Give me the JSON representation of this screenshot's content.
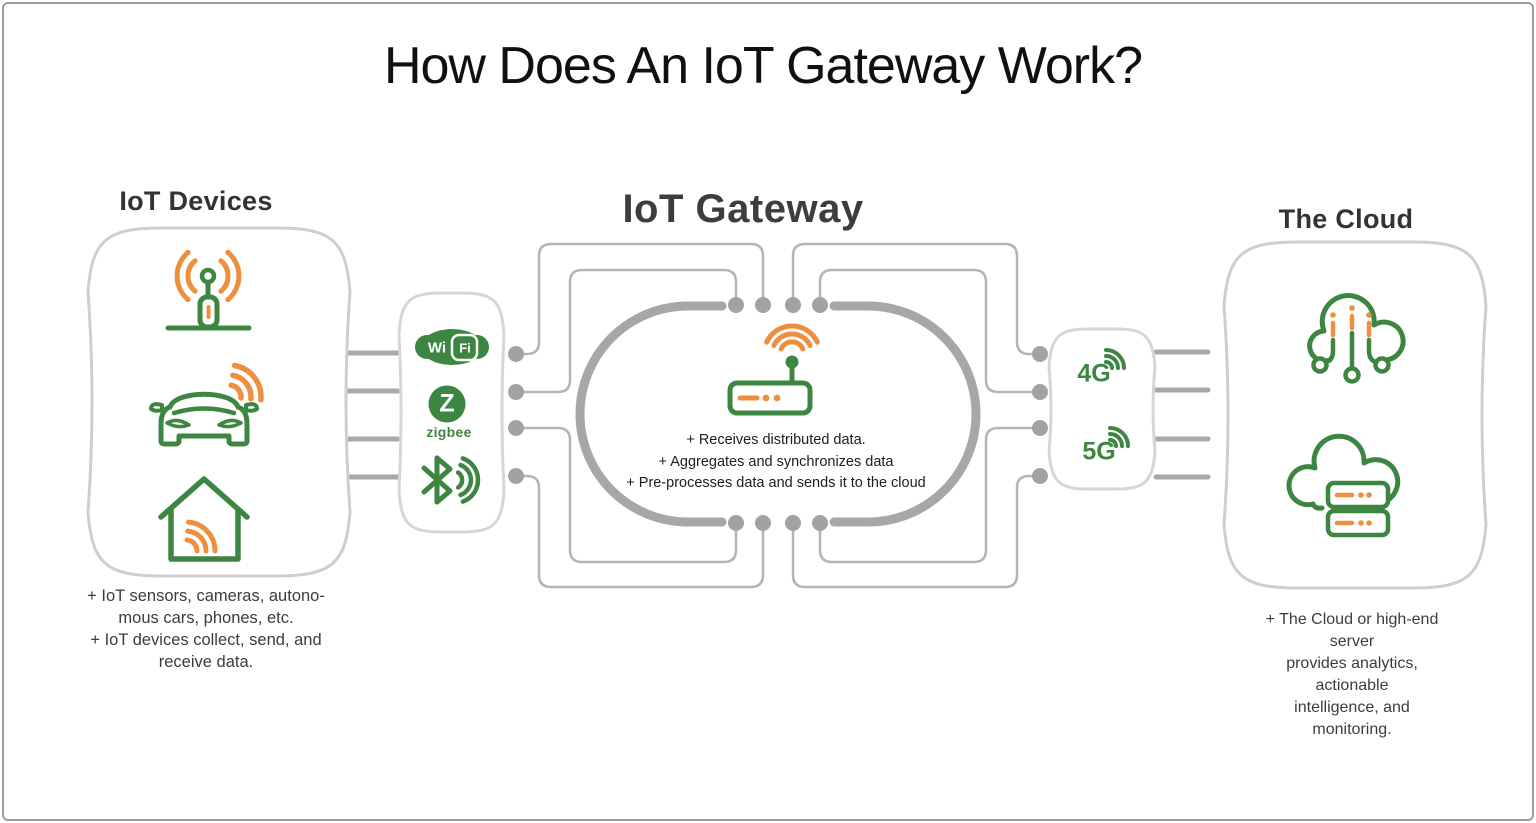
{
  "title": "How Does An IoT Gateway Work?",
  "devices": {
    "heading": "IoT Devices",
    "caption": "+ IoT sensors, cameras, autono-\nmous cars, phones, etc.\n+ IoT devices collect, send, and\nreceive data.",
    "icons": [
      "radio-antenna-icon",
      "connected-car-icon",
      "smart-home-icon"
    ]
  },
  "protocols": {
    "wifi_left": "Wi",
    "wifi_right": "Fi",
    "zigbee_letter": "Z",
    "zigbee_label": "zigbee",
    "icons": [
      "wifi-logo",
      "zigbee-logo",
      "bluetooth-icon"
    ]
  },
  "gateway": {
    "heading": "IoT Gateway",
    "caption": "+ Receives distributed data.\n+ Aggregates and synchronizes data\n+ Pre-processes data and sends it to the cloud",
    "icons": [
      "wireless-router-icon"
    ]
  },
  "cellular": {
    "label_4g": "4G",
    "label_5g": "5G",
    "icons": [
      "signal-4g-icon",
      "signal-5g-icon"
    ]
  },
  "cloud": {
    "heading": "The Cloud",
    "caption": "+ The Cloud or high-end server\nprovides analytics, actionable\nintelligence, and monitoring.",
    "icons": [
      "cloud-network-icon",
      "cloud-server-icon"
    ]
  },
  "colors": {
    "green": "#3d8641",
    "orange": "#ee8f3f",
    "wire_gray": "#b4b4b4",
    "ring_gray": "#a7a7a7",
    "panel_border_gray": "#cecece",
    "heading_dark": "#3d3d3d"
  }
}
